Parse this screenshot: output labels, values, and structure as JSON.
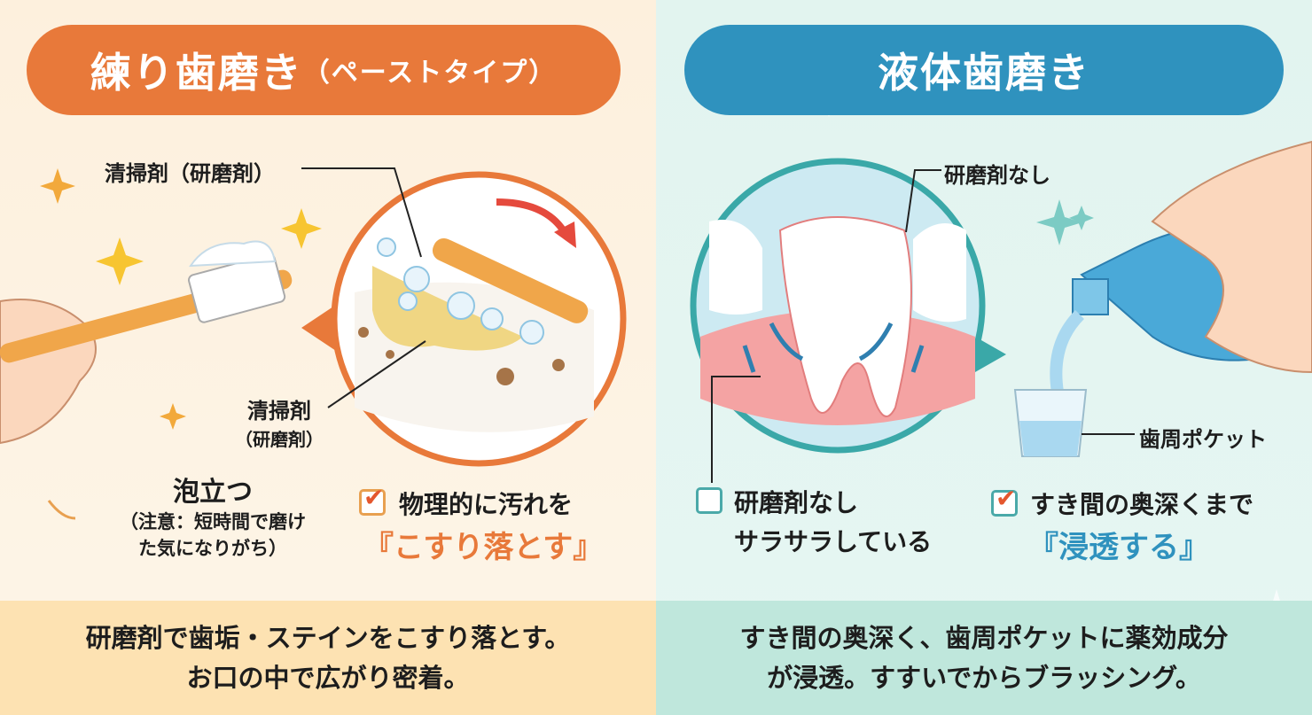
{
  "left": {
    "title": "練り歯磨き",
    "title_sub": "（ペーストタイプ）",
    "label_cleaner_top": "清掃剤（研磨剤）",
    "label_cleaner_mid_1": "清掃剤",
    "label_cleaner_mid_2": "（研磨剤）",
    "foam": "泡立つ",
    "foam_note_1": "（注意：短時間で磨け",
    "foam_note_2": "た気になりがち）",
    "point_1": "物理的に汚れを",
    "point_highlight": "『こすり落とす』",
    "summary_1": "研磨剤で歯垢・ステインをこすり落とす。",
    "summary_2": "お口の中で広がり密着。",
    "accent": "#e8793a"
  },
  "right": {
    "title": "液体歯磨き",
    "label_no_abrasive": "研磨剤なし",
    "label_pocket": "歯周ポケット",
    "point_a_1": "研磨剤なし",
    "point_a_2": "サラサラしている",
    "point_b_1": "すき間の奥深くまで",
    "point_b_highlight": "『浸透する』",
    "summary_1": "すき間の奥深く、歯周ポケットに薬効成分",
    "summary_2": "が浸透。すすいでからブラッシング。",
    "accent": "#2f92be"
  }
}
